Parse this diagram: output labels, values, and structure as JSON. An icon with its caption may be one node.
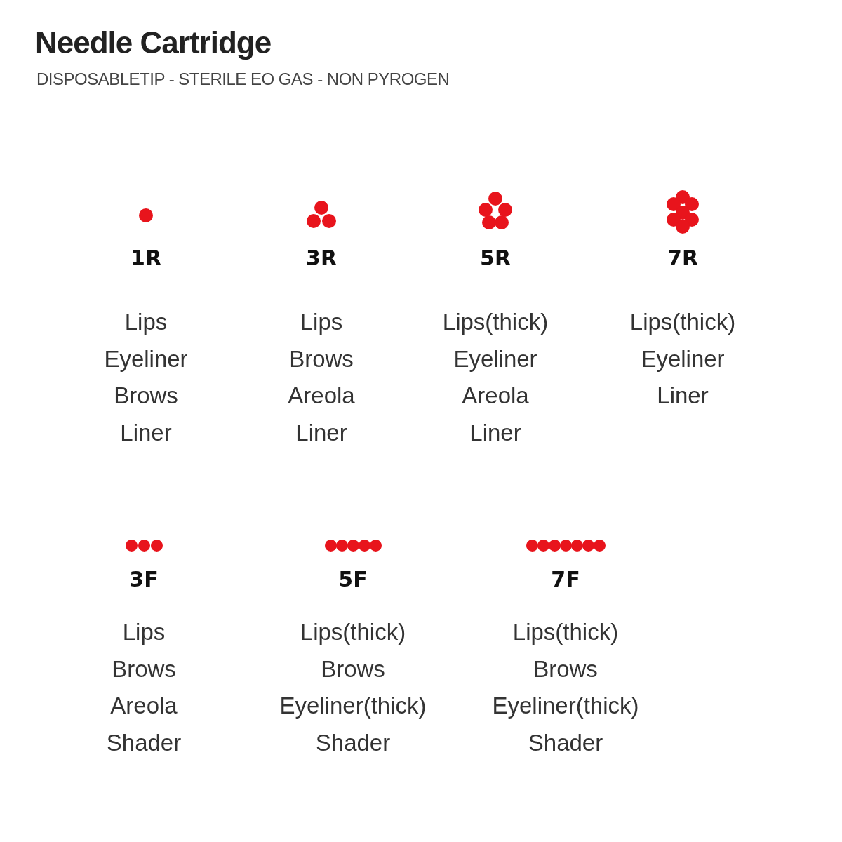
{
  "diagram": {
    "title": "Needle Cartridge",
    "labels": [
      "DISPOSABLETIP - STERILE EO GAS - NON PYROGEN",
      "1R",
      "Lips",
      "Eyeliner",
      "Brows",
      "Liner",
      "3R",
      "Lips",
      "Brows",
      "Areola",
      "Liner",
      "5R",
      "Lips(thick)",
      "Eyeliner",
      "Areola",
      "Liner",
      "7R",
      "Lips(thick)",
      "Eyeliner",
      "Liner",
      "3F",
      "Lips",
      "Brows",
      "Areola",
      "Shader",
      "5F",
      "Lips(thick)",
      "Brows",
      "Eyeliner(thick)",
      "Shader",
      "7F",
      "Lips(thick)",
      "Brows",
      "Eyeliner(thick)",
      "Shader"
    ]
  }
}
